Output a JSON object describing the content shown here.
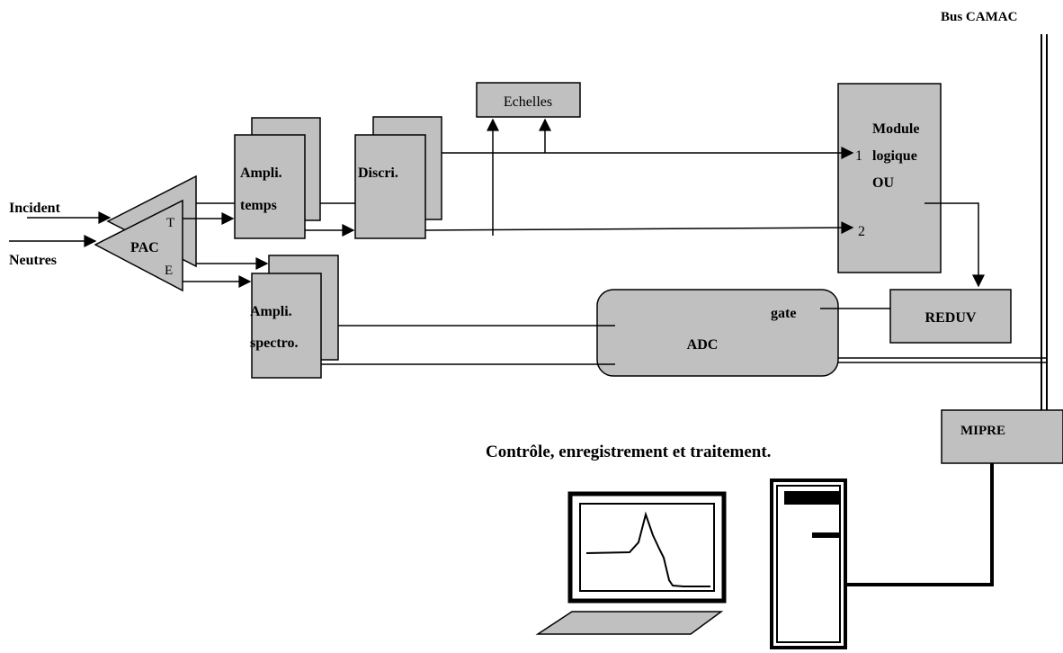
{
  "labels": {
    "bus": "Bus CAMAC",
    "echelles": "Echelles",
    "module_l1": "Module",
    "module_l2": "logique",
    "module_l3": "OU",
    "in1": "1",
    "in2": "2",
    "incident": "Incident",
    "neutres": "Neutres",
    "pac": "PAC",
    "pac_t": "T",
    "pac_e": "E",
    "ampli_t1": "Ampli.",
    "ampli_t2": "temps",
    "discri": "Discri.",
    "ampli_s1": "Ampli.",
    "ampli_s2": "spectro.",
    "adc": "ADC",
    "gate": "gate",
    "reduv": "REDUV",
    "mipre": "MIPRE",
    "caption": "Contrôle, enregistrement et traitement."
  },
  "colors": {
    "box_fill": "#c0c0c0",
    "line": "#000000",
    "screen": "#ffffff"
  }
}
